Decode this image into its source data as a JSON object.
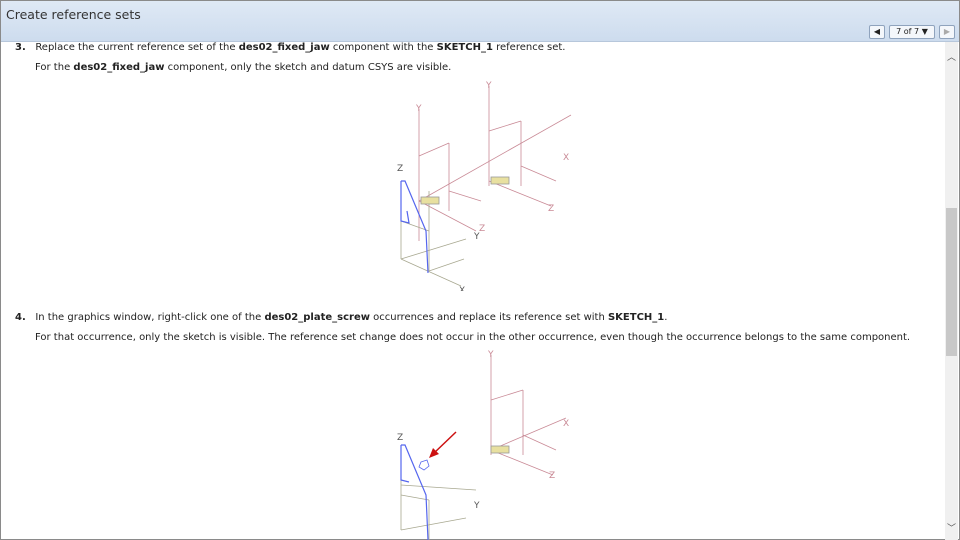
{
  "window": {
    "title": "Create reference sets"
  },
  "nav": {
    "prev": "◀",
    "page": "7 of 7",
    "dropdown": "▼",
    "next": "▶"
  },
  "steps": [
    {
      "num": "3.",
      "t1": "Replace the current reference set of the ",
      "b1": "des02_fixed_jaw",
      "t2": " component with the ",
      "b2": "SKETCH_1",
      "t3": " reference set.",
      "n1": "For the ",
      "nb": "des02_fixed_jaw",
      "n2": " component, only the sketch and datum CSYS are visible."
    },
    {
      "num": "4.",
      "t1": "In the graphics window, right-click one of the ",
      "b1": "des02_plate_screw",
      "t2": " occurrences and replace its reference set with ",
      "b2": "SKETCH_1",
      "t3": ".",
      "n1": "For that occurrence, only the sketch is visible. The reference set change does not occur in the other occurrence, even though the occurrence belongs to the same component."
    }
  ],
  "axes": {
    "x": "X",
    "y": "Y",
    "z": "Z"
  },
  "colors": {
    "csys": "#c98a96",
    "sketch": "#5566ee",
    "frame": "#a8a890",
    "arrow": "#cc1111"
  }
}
